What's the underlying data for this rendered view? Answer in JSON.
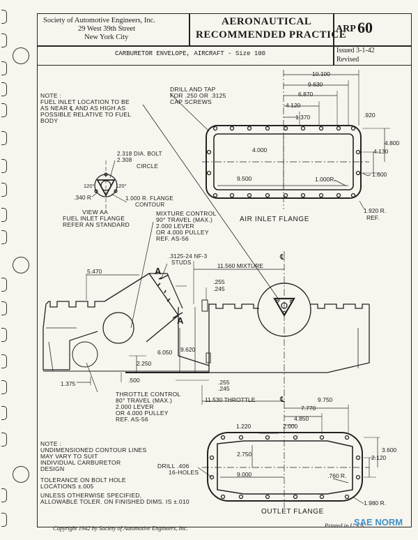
{
  "header": {
    "org_line1": "Society of Automotive Engineers, Inc.",
    "org_line2": "29 West 39th Street",
    "org_line3": "New York City",
    "title_line1": "AERONAUTICAL",
    "title_line2": "RECOMMENDED PRACTICE",
    "doc_prefix": "ARP",
    "doc_number": "60",
    "subtitle": "CARBURETOR ENVELOPE, AIRCRAFT - Size 100",
    "issued": "Issued 3-1-42",
    "revised": "Revised"
  },
  "notes": {
    "fuel_inlet": [
      "NOTE :",
      "FUEL INLET LOCATION TO BE",
      "AS NEAR ℄ AND AS HIGH AS",
      "POSSIBLE RELATIVE TO FUEL",
      "BODY"
    ],
    "drill_tap": [
      "DRILL AND TAP",
      "FOR .250 OR .3125",
      "CAP SCREWS"
    ],
    "bolt_dia": [
      "2.318 DIA. BOLT",
      "2.308",
      "CIRCLE"
    ],
    "flange_contour": [
      "1.000 R. FLANGE",
      "CONTOUR"
    ],
    "view_aa": [
      "VIEW AA",
      "FUEL INLET FLANGE",
      "REFER AN STANDARD"
    ],
    "mixture_control": [
      "MIXTURE CONTROL",
      "90° TRAVEL (MAX.)",
      "2.000 LEVER",
      "OR 4.000 PULLEY",
      "REF. AS-56"
    ],
    "studs": [
      ".3125-24 NF-3",
      "STUDS"
    ],
    "throttle_control": [
      "THROTTLE CONTROL",
      "80° TRAVEL (MAX.)",
      "2.000 LEVER",
      "OR 4.000 PULLEY",
      "REF. AS-56"
    ],
    "general": [
      "NOTE :",
      "UNDIMENSIONED CONTOUR LINES",
      "MAY VARY TO SUIT",
      "INDIVIDUAL CARBURETOR",
      "DESIGN"
    ],
    "tolerance": [
      "TOLERANCE ON BOLT HOLE",
      "LOCATIONS ±.005"
    ],
    "unless": [
      "UNLESS OTHERWISE SPECIFIED,",
      "ALLOWABLE TOLER. ON FINISHED DIMS. IS ±.010"
    ],
    "drill_holes": [
      "DRILL .406",
      "16-HOLES"
    ]
  },
  "dims": {
    "d10100": "10.100",
    "d9630": "9.630",
    "d6870": "6.870",
    "d4120": "4.120",
    "d1370": "1.370",
    "d920": ".920",
    "d4000": "4.000",
    "d4800": "4.800",
    "d4130": "4.130",
    "d1600": "1.600",
    "d9500": "9.500",
    "d1000r": "1.000R.",
    "d1920r": "1.920 R.",
    "ref": "REF.",
    "d120a": "120°",
    "d120b": "120°",
    "d340r": ".340 R",
    "d5470": "5.470",
    "d11560": "11.560 MIXTURE",
    "d255a": ".255",
    "d245a": ".245",
    "d6050": "6.050",
    "d9620": "9.620",
    "d2250": "2.250",
    "d1375": "1.375",
    "d500": ".500",
    "d255b": ".255",
    "d245b": ".245",
    "d11530": "11.530 THROTTLE",
    "d9750": "9.750",
    "d7770": "7.770",
    "d4850": "4.850",
    "d1220": "1.220",
    "d2000": "2.000",
    "d3600": "3.600",
    "d2750": "2.750",
    "d2120": "2.120",
    "d9000": "9.000",
    "d760r": ".760 R.",
    "d1980r": "1.980 R.",
    "cl": "℄"
  },
  "labels": {
    "air_inlet": "AIR INLET FLANGE",
    "outlet": "OUTLET FLANGE",
    "view_a1": "A",
    "view_a2": "A"
  },
  "footer": {
    "copyright": "Copyright 1942 by Society of Automotive Engineers, Inc.",
    "printed": "Printed in U.S.A.",
    "watermark": "SAE NORM"
  }
}
